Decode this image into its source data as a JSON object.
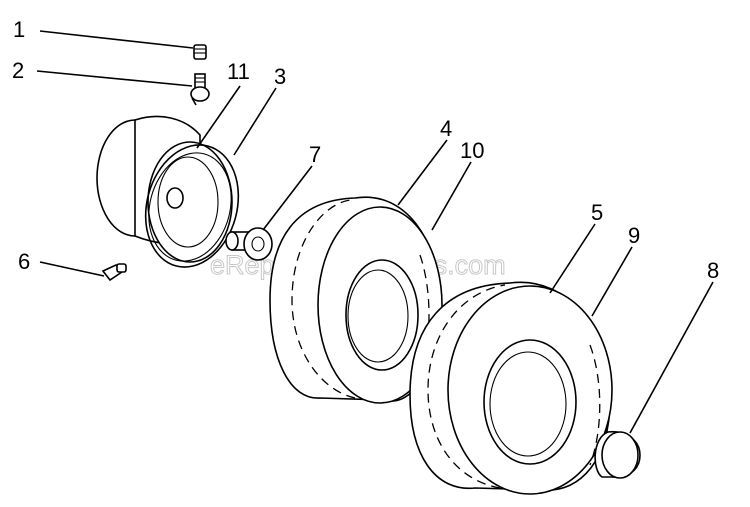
{
  "watermark": "eReplacementParts.com",
  "callouts": [
    {
      "id": "c1",
      "text": "1"
    },
    {
      "id": "c2",
      "text": "2"
    },
    {
      "id": "c3",
      "text": "3"
    },
    {
      "id": "c4",
      "text": "4"
    },
    {
      "id": "c5",
      "text": "5"
    },
    {
      "id": "c6",
      "text": "6"
    },
    {
      "id": "c7",
      "text": "7"
    },
    {
      "id": "c8",
      "text": "8"
    },
    {
      "id": "c9",
      "text": "9"
    },
    {
      "id": "c10",
      "text": "10"
    },
    {
      "id": "c11",
      "text": "11"
    }
  ]
}
